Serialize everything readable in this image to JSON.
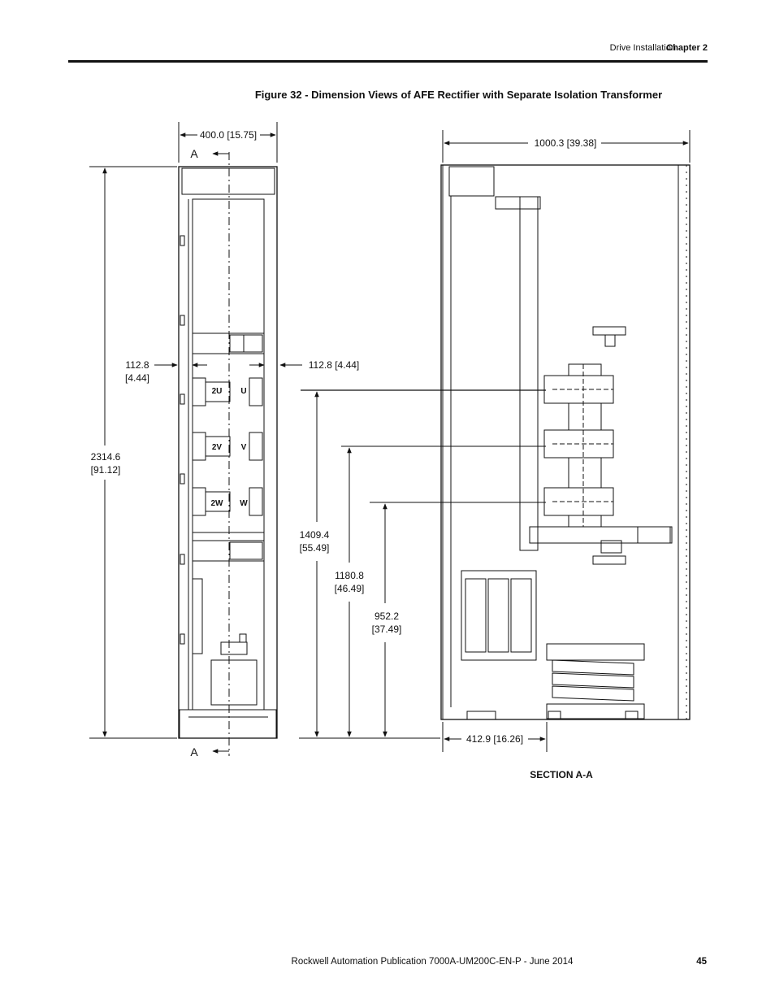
{
  "header": {
    "section": "Drive Installation",
    "chapter": "Chapter 2"
  },
  "figure": {
    "title": "Figure 32 - Dimension Views of AFE Rectifier with Separate Isolation Transformer",
    "front_view": {
      "width_dim": "400.0 [15.75]",
      "height_dim_line1": "2314.6",
      "height_dim_line2": "[91.12]",
      "left_offset_line1": "112.8",
      "left_offset_line2": "[4.44]",
      "right_offset": "112.8 [4.44]",
      "section_marker_top": "A",
      "section_marker_bottom": "A",
      "terminal_labels": [
        "2U",
        "U",
        "2V",
        "V",
        "2W",
        "W"
      ]
    },
    "side_view": {
      "width_dim": "1000.3 [39.38]",
      "depth_dim": "412.9 [16.26]",
      "height_1_line1": "1409.4",
      "height_1_line2": "[55.49]",
      "height_2_line1": "1180.8",
      "height_2_line2": "[46.49]",
      "height_3_line1": "952.2",
      "height_3_line2": "[37.49]",
      "section_label": "SECTION  A-A"
    }
  },
  "footer": {
    "publication": "Rockwell Automation Publication 7000A-UM200C-EN-P - June 2014",
    "page_number": "45"
  }
}
